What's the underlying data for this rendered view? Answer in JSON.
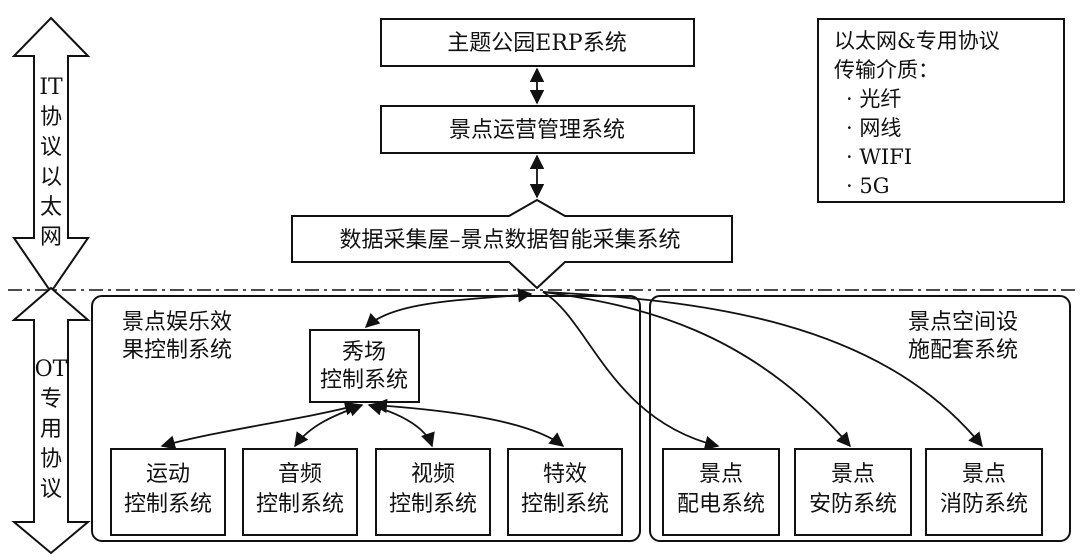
{
  "colors": {
    "stroke": "#111111",
    "background": "#ffffff"
  },
  "side_arrows": {
    "it": [
      "IT",
      "协",
      "议",
      "以",
      "太",
      "网"
    ],
    "ot": [
      "OT",
      "专",
      "用",
      "协",
      "议"
    ]
  },
  "boxes": {
    "erp": "主题公园ERP系统",
    "ops": "景点运营管理系统",
    "collect": "数据采集屋–景点数据智能采集系统"
  },
  "legend": {
    "lines": [
      "以太网&专用协议",
      "传输介质：",
      "· 光纤",
      "· 网线",
      "· WIFI",
      "· 5G"
    ]
  },
  "groups": {
    "entertainment": {
      "title_lines": [
        "景点娱乐效",
        "果控制系统"
      ],
      "show": [
        "秀场",
        "控制系统"
      ],
      "children": [
        [
          "运动",
          "控制系统"
        ],
        [
          "音频",
          "控制系统"
        ],
        [
          "视频",
          "控制系统"
        ],
        [
          "特效",
          "控制系统"
        ]
      ]
    },
    "facilities": {
      "title_lines": [
        "景点空间设",
        "施配套系统"
      ],
      "children": [
        [
          "景点",
          "配电系统"
        ],
        [
          "景点",
          "安防系统"
        ],
        [
          "景点",
          "消防系统"
        ]
      ]
    }
  }
}
